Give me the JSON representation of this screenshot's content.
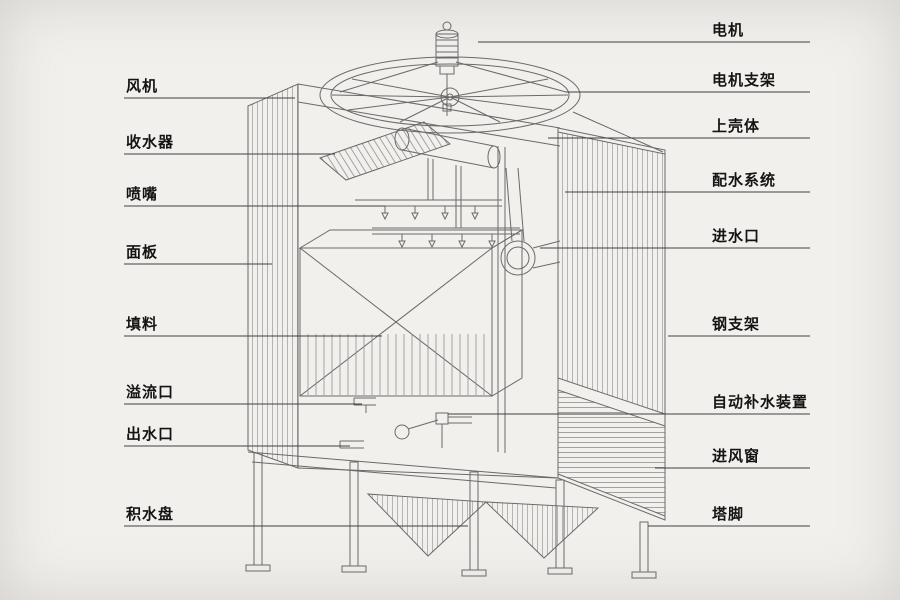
{
  "diagram": {
    "kind": "labeled-technical-line-drawing",
    "drawing_name": "cooling-tower-cutaway"
  },
  "labels": {
    "left": [
      {
        "text": "风机"
      },
      {
        "text": "收水器"
      },
      {
        "text": "喷嘴"
      },
      {
        "text": "面板"
      },
      {
        "text": "填料"
      },
      {
        "text": "溢流口"
      },
      {
        "text": "出水口"
      },
      {
        "text": "积水盘"
      }
    ],
    "right": [
      {
        "text": "电机"
      },
      {
        "text": "电机支架"
      },
      {
        "text": "上壳体"
      },
      {
        "text": "配水系统"
      },
      {
        "text": "进水口"
      },
      {
        "text": "钢支架"
      },
      {
        "text": "自动补水装置"
      },
      {
        "text": "进风窗"
      },
      {
        "text": "塔脚"
      }
    ]
  },
  "colors": {
    "background": "#f2f0ed",
    "line": "#6a6a6a",
    "hatch": "#9b9b9b",
    "leader": "#3f3f3f",
    "text": "#141414"
  }
}
